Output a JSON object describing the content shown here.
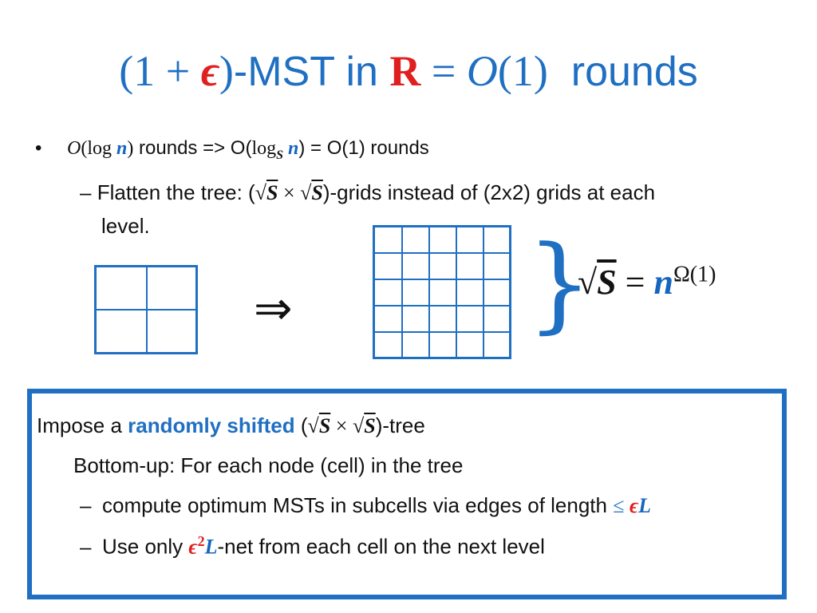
{
  "title": {
    "open": "(1 + ",
    "epsilon": "ϵ",
    "close": ")",
    "text1": "-MST in ",
    "R": "R",
    "eq": " = ",
    "O": "O",
    "one": "(1)",
    "text2": "  rounds"
  },
  "bullet1": {
    "marker": "•",
    "math_O": "O",
    "math_log": "(log ",
    "math_n": "n",
    "math_close": ")",
    "text_a": " rounds => O(",
    "log_base": "log",
    "sub_S": "S",
    "n2": " n",
    "text_b": ") = O(1) rounds"
  },
  "sub1": {
    "dash": "–",
    "text_a": "Flatten the tree: (",
    "sqrt1": "√",
    "S1": "S",
    "times": " × ",
    "sqrt2": "√",
    "S2": "S",
    "text_b": ")-grids instead of (2x2) grids at each",
    "text_c": "level."
  },
  "arrow": "⇒",
  "brace": "}",
  "equation": {
    "sqrt": "√",
    "S": "S",
    "eq": " = ",
    "n": "n",
    "exp": "Ω(1)"
  },
  "box": {
    "line1_a": "Impose a ",
    "line1_b": "randomly shifted",
    "line1_c": " (",
    "sqrt1": "√",
    "S1": "S",
    "times": " × ",
    "sqrt2": "√",
    "S2": "S",
    "line1_d": ")-tree",
    "line2": "Bottom-up: For each node (cell) in the tree",
    "dash": "–",
    "line3_a": "compute optimum MSTs in subcells via edges of length ",
    "line3_leq": "≤ ",
    "line3_eps": "ϵ",
    "line3_L": "L",
    "line4_a": "Use only ",
    "line4_eps": "ϵ",
    "line4_sq": "2",
    "line4_L": "L",
    "line4_b": "-net from each cell on the next level"
  }
}
